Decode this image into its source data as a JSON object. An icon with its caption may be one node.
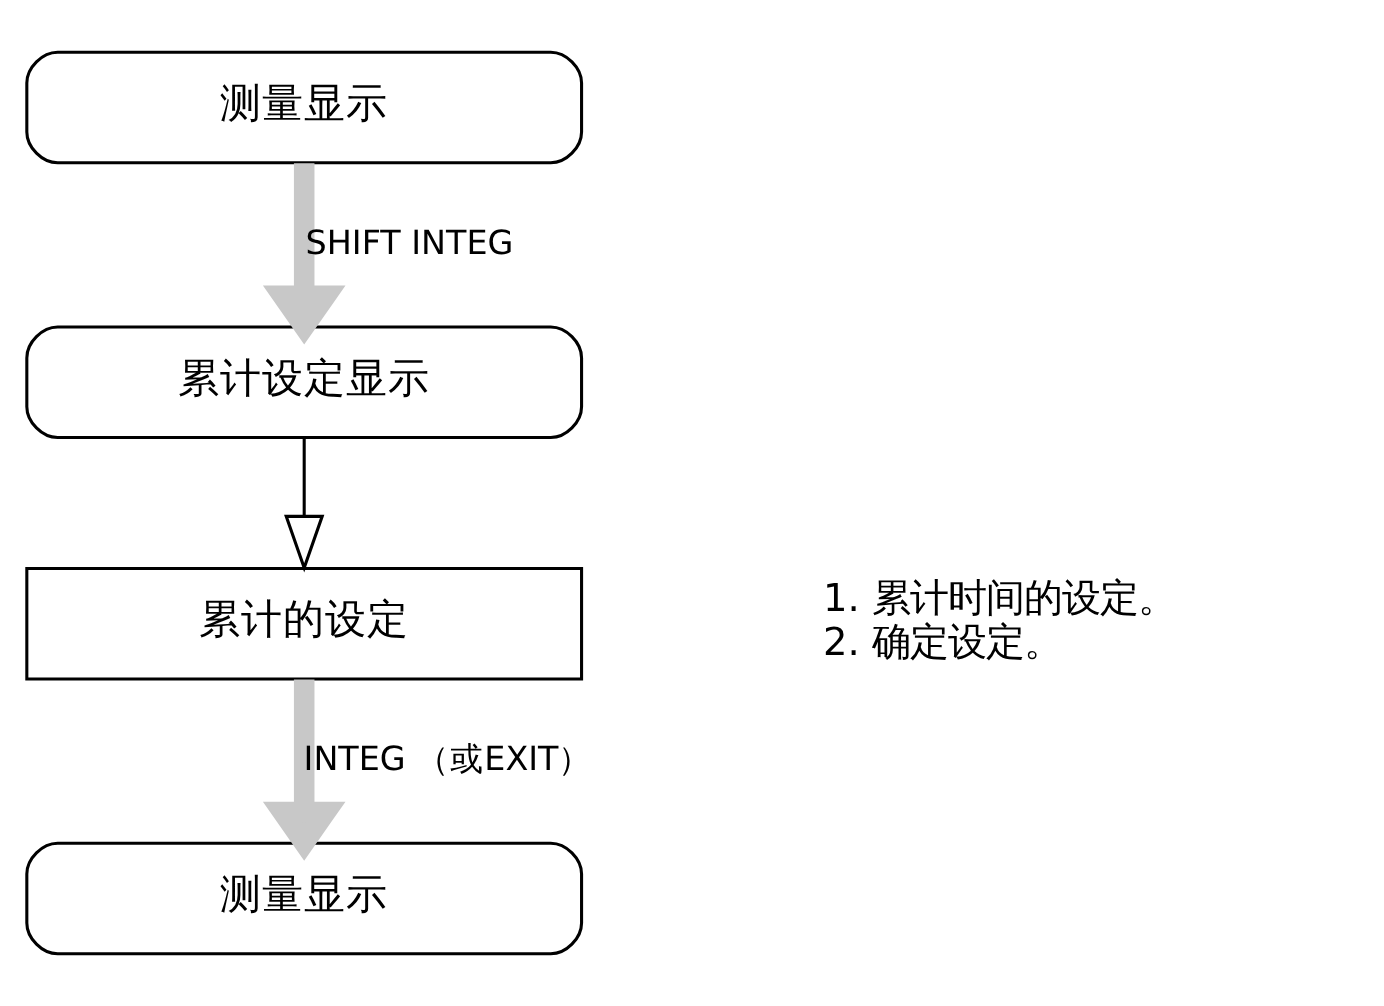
{
  "diagram": {
    "nodes": [
      {
        "text": [
          "测量显示"
        ]
      },
      {
        "text": [
          "累计设定显示"
        ]
      },
      {
        "text": [
          "累计的设定"
        ]
      },
      {
        "text": [
          "测量显示"
        ]
      }
    ],
    "edges": [
      {
        "from": 0,
        "to": 1,
        "arrow": "to",
        "label": "SHIFT INTEG"
      },
      {
        "from": 1,
        "to": 2,
        "arrow": "to",
        "color": "#000000"
      },
      {
        "from": 2,
        "to": 3,
        "arrow": "to",
        "label": "INTEG （或EXIT）"
      }
    ],
    "labels": [
      "1. 累计时间的设定。",
      "2. 确定设定。"
    ]
  }
}
